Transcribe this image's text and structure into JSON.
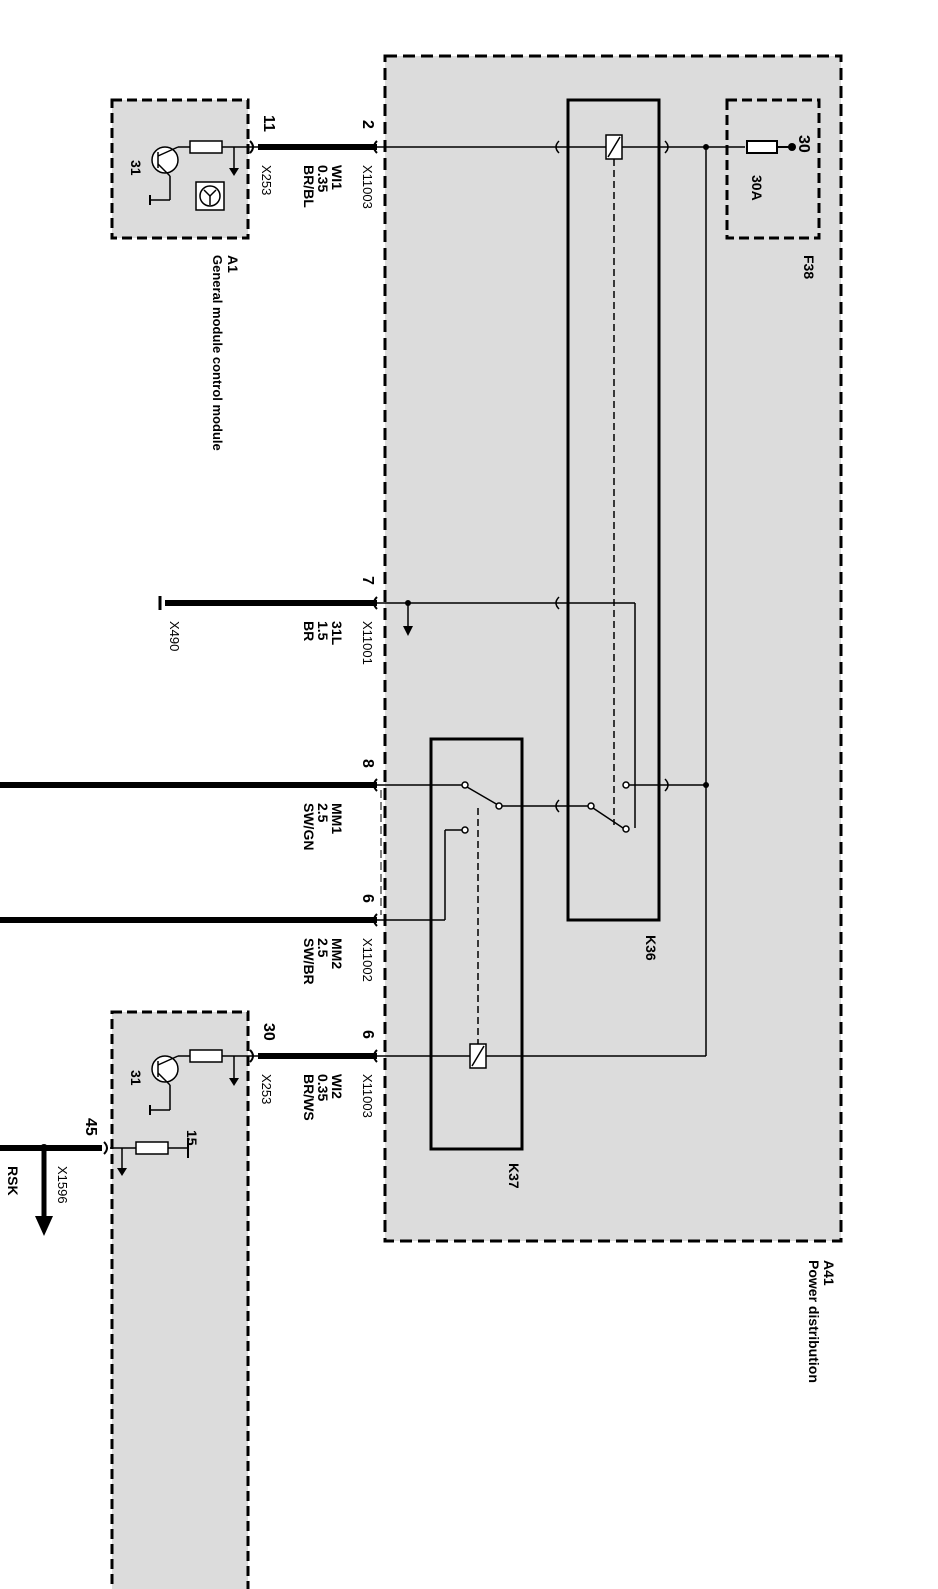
{
  "modules": {
    "a41": {
      "id": "A41",
      "name": "Power distribution"
    },
    "a1": {
      "id": "A1",
      "name": "General module control module"
    },
    "f38": {
      "id": "F38",
      "rating": "30A",
      "terminal": "30"
    },
    "k36": {
      "id": "K36"
    },
    "k37": {
      "id": "K37"
    }
  },
  "wires": [
    {
      "key": "w1",
      "pin_left": "11",
      "pin_right": "2",
      "circuit": "WI1",
      "size": "0.35",
      "color": "BR/BL",
      "conn_left": "X253",
      "conn_right": "X11003"
    },
    {
      "key": "w2",
      "pin_right": "7",
      "circuit": "31L",
      "size": "1.5",
      "color": "BR",
      "conn_left": "X490",
      "conn_right": "X11001"
    },
    {
      "key": "w3",
      "pin_right": "8",
      "circuit": "MM1",
      "size": "2.5",
      "color": "SW/GN"
    },
    {
      "key": "w4",
      "pin_right": "6",
      "circuit": "MM2",
      "size": "2.5",
      "color": "SW/BR",
      "conn_right": "X11002"
    },
    {
      "key": "w5",
      "pin_left": "30",
      "pin_right": "6",
      "circuit": "WI2",
      "size": "0.35",
      "color": "BR/WS",
      "conn_left": "X253",
      "conn_right": "X11003"
    }
  ],
  "ground_terminals": [
    "31",
    "31"
  ],
  "supply_terminal": "15",
  "output": {
    "pin": "45",
    "connector": "X1596",
    "label": "RSK"
  },
  "colors": {
    "module_fill": "#dcdcdc",
    "line": "#000000"
  }
}
